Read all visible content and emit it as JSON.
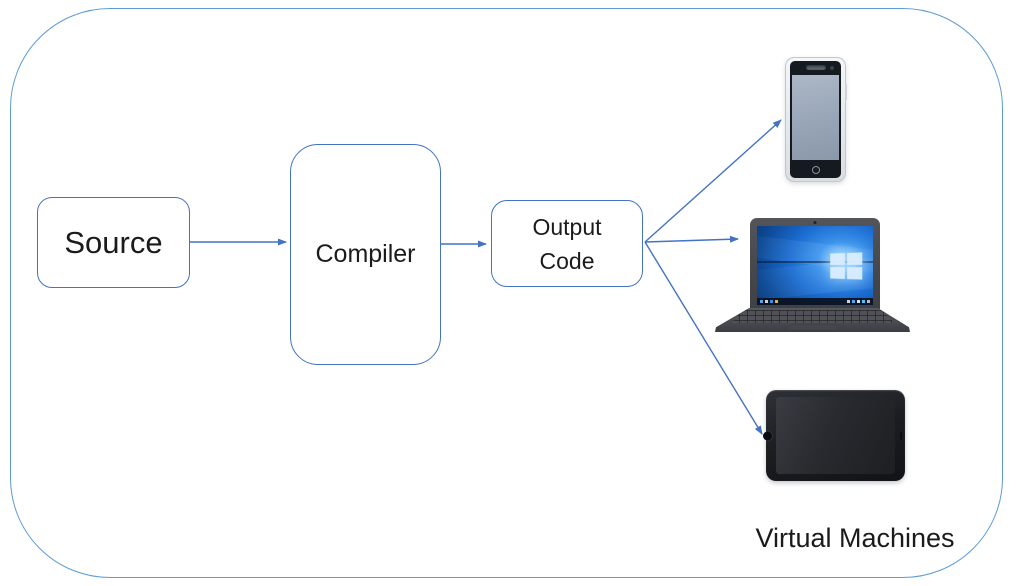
{
  "colors": {
    "accent": "#4472C4",
    "outer_border": "#5B9BD5",
    "text": "#1b1b1b",
    "background": "#ffffff"
  },
  "nodes": {
    "source": {
      "label": "Source"
    },
    "compiler": {
      "label": "Compiler"
    },
    "output": {
      "line1": "Output",
      "line2": "Code"
    }
  },
  "caption": {
    "label": "Virtual Machines"
  },
  "edges": [
    {
      "from": "Source",
      "to": "Compiler"
    },
    {
      "from": "Compiler",
      "to": "Output Code"
    },
    {
      "from": "Output Code",
      "to": "smartphone"
    },
    {
      "from": "Output Code",
      "to": "laptop"
    },
    {
      "from": "Output Code",
      "to": "tablet"
    }
  ],
  "icons": [
    {
      "name": "smartphone-icon",
      "style": "silver phone, gray-blue screen"
    },
    {
      "name": "laptop-icon",
      "style": "dark gray laptop, blue windows wallpaper"
    },
    {
      "name": "tablet-icon",
      "style": "black landscape tablet, screen off"
    }
  ]
}
